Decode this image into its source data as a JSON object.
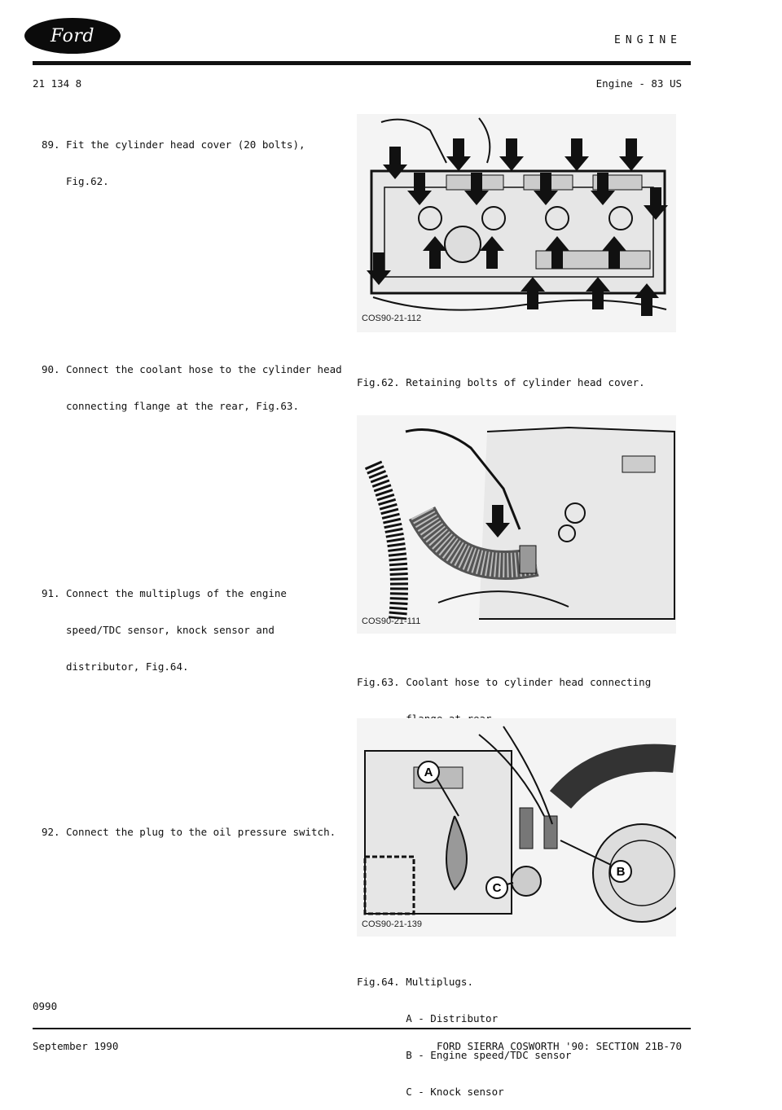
{
  "header": {
    "logo_text": "Ford",
    "section_title": "ENGINE",
    "doc_ref": "21 134 8",
    "engine_ref": "Engine - 83 US"
  },
  "steps": [
    {
      "number": "89.",
      "lines": [
        "Fit the cylinder head cover (20 bolts),",
        "Fig.62."
      ]
    },
    {
      "number": "90.",
      "lines": [
        "Connect the coolant hose to the cylinder head",
        "connecting flange at the rear, Fig.63."
      ]
    },
    {
      "number": "91.",
      "lines": [
        "Connect the multiplugs of the engine",
        "speed/TDC sensor, knock sensor and",
        "distributor, Fig.64."
      ]
    },
    {
      "number": "92.",
      "lines": [
        "Connect the plug to the oil pressure switch."
      ]
    }
  ],
  "figures": [
    {
      "code": "COS90-21-112",
      "caption_lines": [
        "Fig.62. Retaining bolts of cylinder head cover."
      ]
    },
    {
      "code": "COS90-21-111",
      "caption_lines": [
        "Fig.63. Coolant hose to cylinder head connecting",
        "        flange at rear."
      ]
    },
    {
      "code": "COS90-21-139",
      "labels": [
        "A",
        "B",
        "C"
      ],
      "caption_lines": [
        "Fig.64. Multiplugs.",
        "        A - Distributor",
        "        B - Engine speed/TDC sensor",
        "        C - Knock sensor"
      ]
    }
  ],
  "footer": {
    "revision": "0990",
    "date": "September 1990",
    "section": "FORD SIERRA COSWORTH '90: SECTION 21B-70"
  }
}
